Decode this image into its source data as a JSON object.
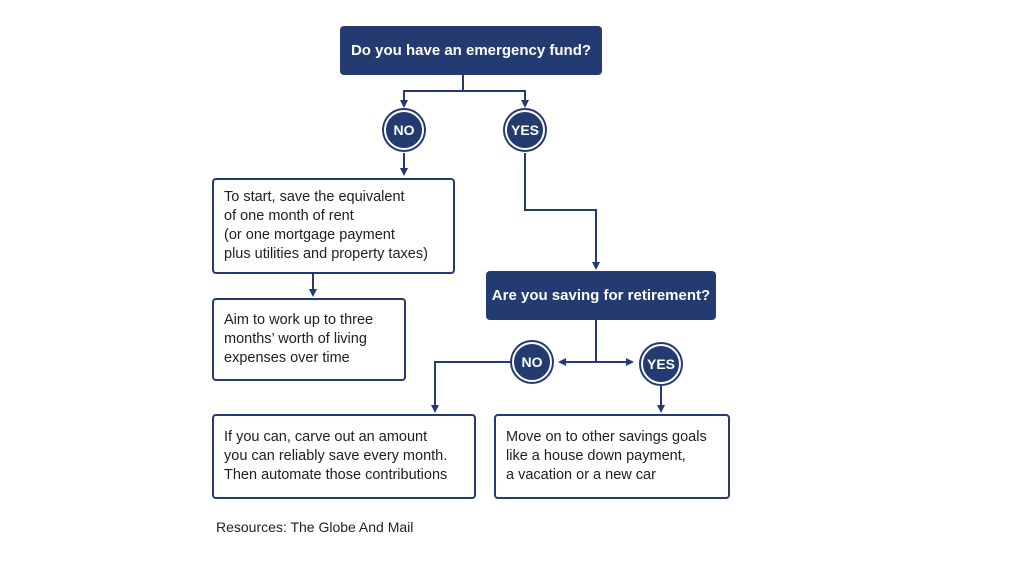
{
  "flowchart": {
    "question_1": "Do you have an emergency fund?",
    "q1_no_label": "NO",
    "q1_yes_label": "YES",
    "start_saving_lines": [
      "To start, save the equivalent",
      "of one month of rent",
      "(or one mortgage payment",
      "plus utilities and property taxes)"
    ],
    "three_months_lines": [
      "Aim to work up to three",
      "months’ worth of living",
      "expenses over time"
    ],
    "question_2": "Are you saving for retirement?",
    "q2_no_label": "NO",
    "q2_yes_label": "YES",
    "automate_lines": [
      "If you can, carve out an amount",
      "you can reliably save every month.",
      "Then automate those contributions"
    ],
    "other_goals_lines": [
      "Move on to other savings goals",
      "like a house down payment,",
      "a vacation or a new car"
    ]
  },
  "source": "Resources: The Globe And Mail",
  "colors": {
    "navy": "#233b71",
    "text": "#1e1e1e",
    "background": "#ffffff"
  }
}
